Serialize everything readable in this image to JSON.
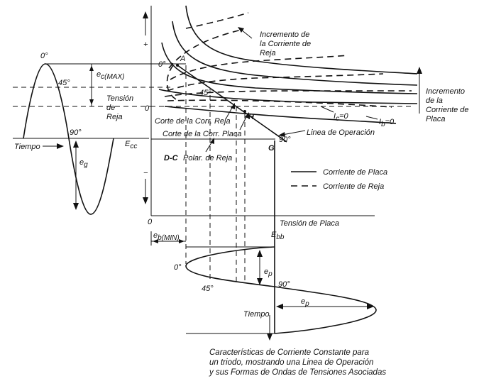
{
  "labels": {
    "cero_axis": "0",
    "plus": "+",
    "minus": "−",
    "incremento_reja": "Incremento de\nla Corriente de\nReja",
    "incremento_placa": "Incremento\nde la\nCorriente de\nPlaca",
    "tension_reja": "Tensión\nde\nReja",
    "ec_max": "ec(MAX)",
    "ec_max_main": "e",
    "ec_max_sub": "c(MAX)",
    "zero_deg_left": "0°",
    "deg45_left": "45°",
    "deg90_left": "90°",
    "ecc_main": "E",
    "ecc_sub": "cc",
    "tiempo_left": "Tiempo",
    "eg_main": "e",
    "eg_sub": "g",
    "point_a": "A",
    "zero_deg_curve": "0°",
    "deg45_curve": "45°",
    "point_h": "H",
    "deg90_curve": "90°",
    "point_g": "G",
    "ic_zero": "I",
    "ic_sub": "c",
    "ic_val": "=0",
    "ib_zero": "I",
    "ib_sub": "b",
    "ib_val": "=0",
    "corte_reja": "Corte de la Corr. Reja",
    "corte_placa": "Corte de la Corr. Placa",
    "linea_operacion": "Linea de Operación",
    "dc_polar_prefix": "D-C",
    "dc_polar": "Polar. de Reja",
    "legend_placa": "Corriente de Placa",
    "legend_reja": "Corriente de Reja",
    "origin_zero": "0",
    "tension_placa": "Tensión de Placa",
    "eb_min_main": "e",
    "eb_min_sub": "b(MIN)",
    "ebb_main": "E",
    "ebb_sub": "bb",
    "zero_deg_bottom": "0°",
    "ep_vert_main": "e",
    "ep_vert_sub": "p",
    "deg45_bottom": "45°",
    "deg90_bottom": "90°",
    "tiempo_bottom": "Tiempo",
    "ep_horiz_main": "e",
    "ep_horiz_sub": "p"
  },
  "caption": {
    "line1": "Características de Corriente Constante para",
    "line2": "un triodo, mostrando una Linea de Operación",
    "line3": "y sus Formas de Ondas de Tensiones Asociadas"
  },
  "legend": {
    "solid_style": "solid",
    "dashed_style": "dashed"
  }
}
